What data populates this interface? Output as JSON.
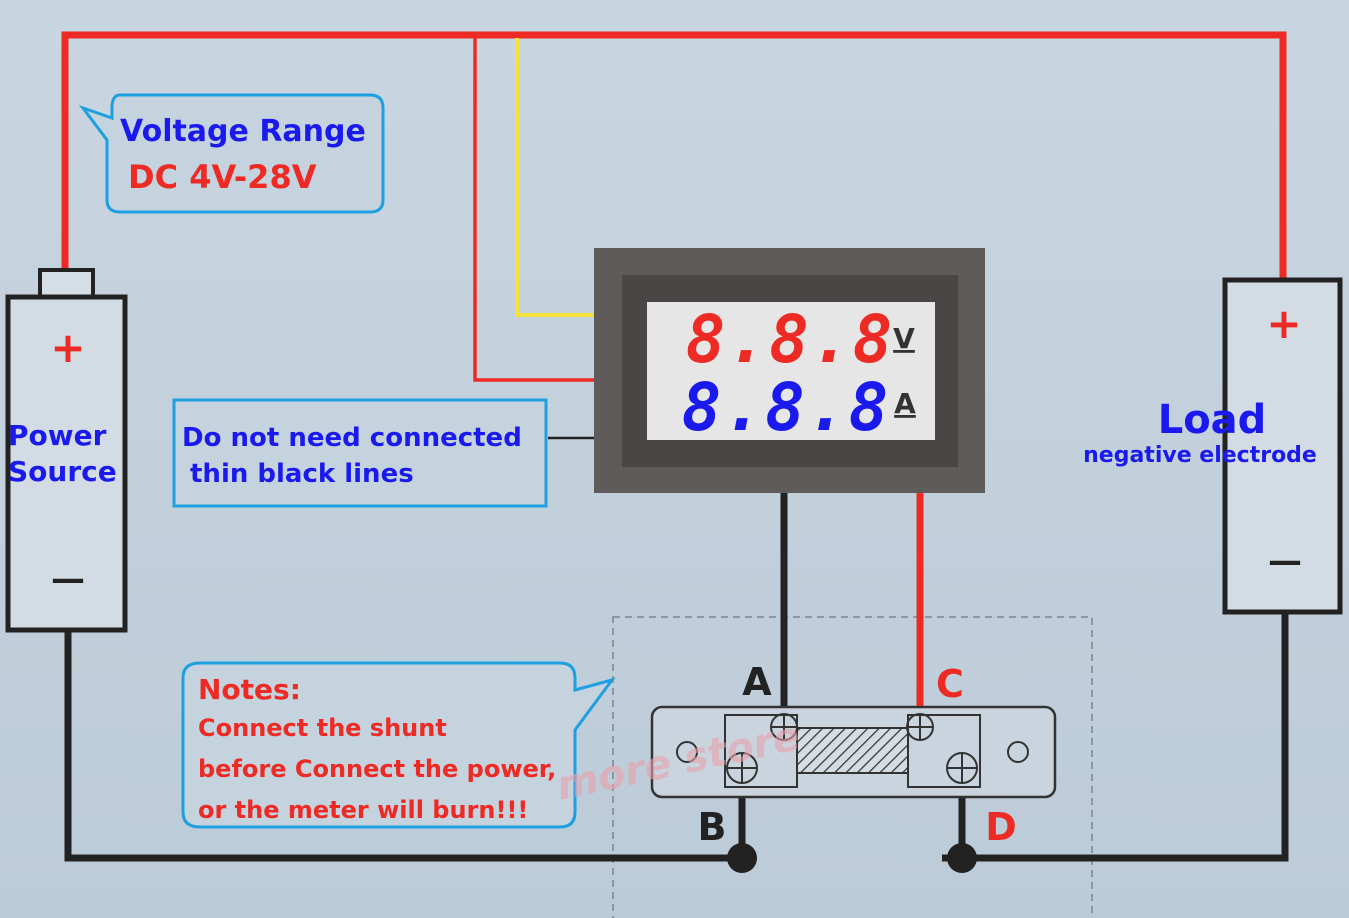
{
  "voltage_callout": {
    "title": "Voltage Range",
    "value": "DC 4V-28V"
  },
  "power_source": {
    "plus": "+",
    "minus": "—",
    "label_line1": "Power",
    "label_line2": "Source"
  },
  "load": {
    "plus": "+",
    "minus": "—",
    "label": "Load",
    "sublabel": "negative electrode"
  },
  "thin_lines_callout": {
    "line1": "Do not need connected",
    "line2": "thin black lines"
  },
  "meter": {
    "voltage_digits": "8.8.8",
    "voltage_unit": "V",
    "current_digits": "8.8.8",
    "current_unit": "A"
  },
  "shunt": {
    "terminal_a": "A",
    "terminal_b": "B",
    "terminal_c": "C",
    "terminal_d": "D"
  },
  "notes_callout": {
    "title": "Notes:",
    "line1": "Connect the shunt",
    "line2": "before Connect the power,",
    "line3": "or the meter will burn!!!"
  },
  "watermark": "more store",
  "colors": {
    "red": "#ee2a24",
    "blue": "#1a1aee",
    "callout_border": "#1ea0e0",
    "wire_black": "#222222",
    "yellow": "#f2e23a"
  }
}
